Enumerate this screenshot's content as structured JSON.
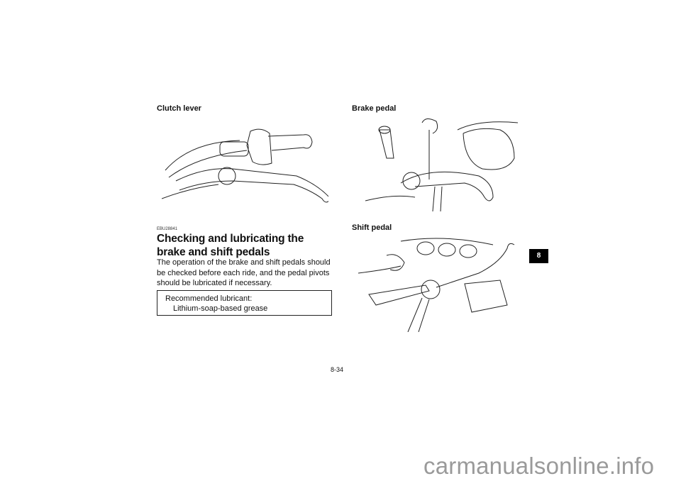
{
  "left_column": {
    "clutch_caption": "Clutch lever",
    "section_code": "EBU28841",
    "section_title": "Checking and lubricating the brake and shift pedals",
    "paragraph": "The operation of the brake and shift pedals should be checked before each ride, and the pedal pivots should be lubricated if necessary.",
    "lubricant_box": {
      "label": "Recommended lubricant:",
      "value": "Lithium-soap-based grease"
    }
  },
  "right_column": {
    "brake_caption": "Brake pedal",
    "shift_caption": "Shift pedal"
  },
  "chapter_tab": "8",
  "page_number": "8-34",
  "watermark": "carmanualsonline.info"
}
